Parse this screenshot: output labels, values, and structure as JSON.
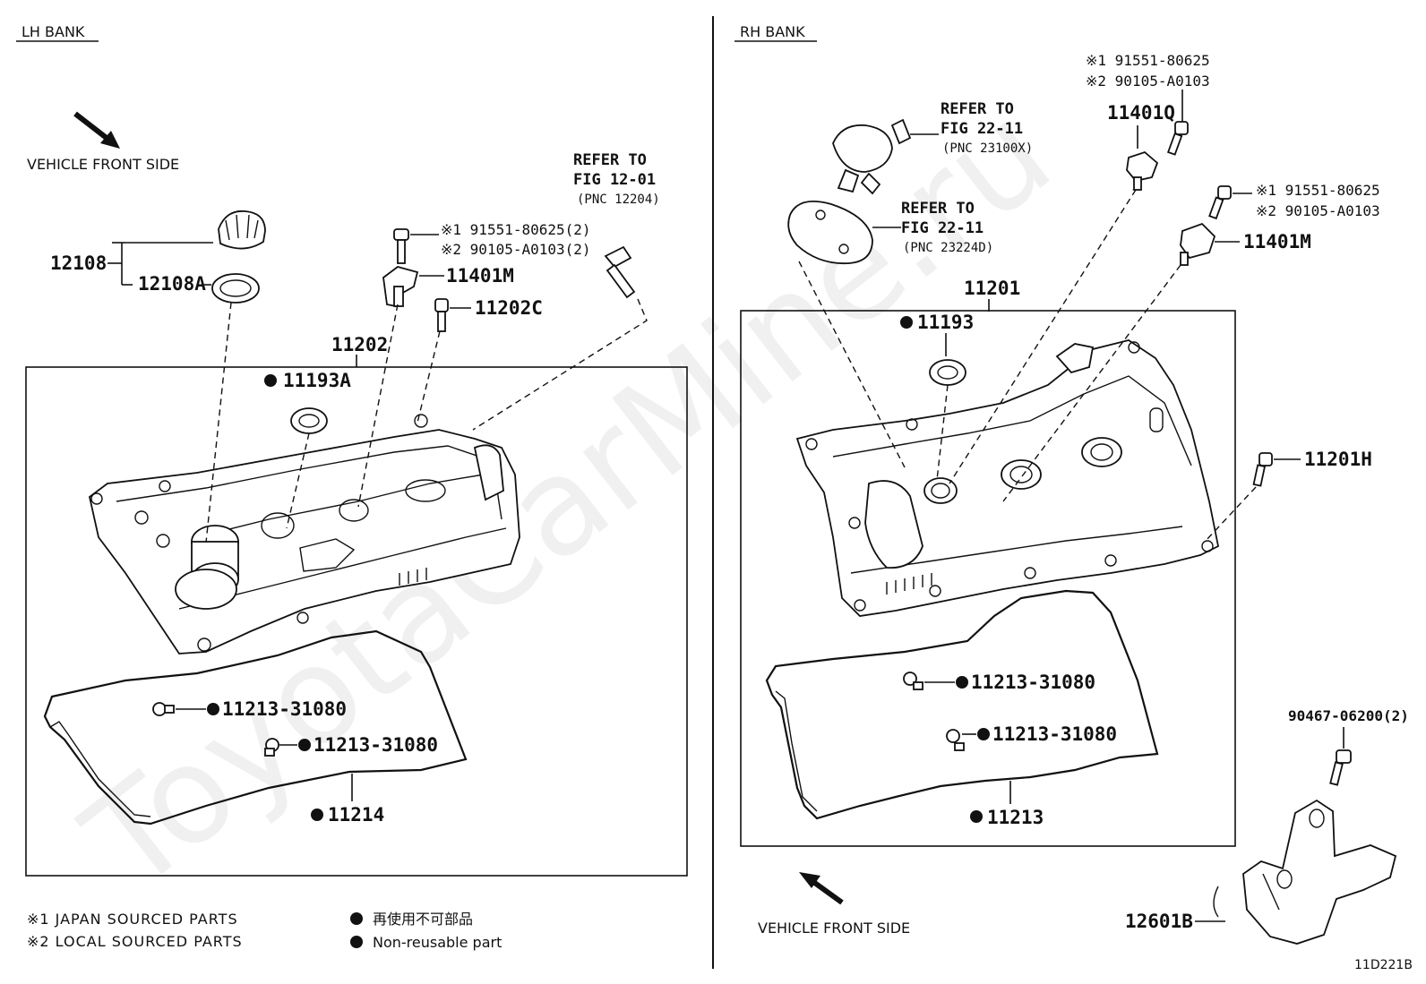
{
  "headers": {
    "lh": "LH BANK",
    "rh": "RH BANK"
  },
  "vehicle_front": {
    "lh": "VEHICLE FRONT SIDE",
    "rh": "VEHICLE FRONT SIDE"
  },
  "watermark": "ToyotaCarMine.ru",
  "figure_code": "11D221B",
  "legend": {
    "note1": "※1 JAPAN SOURCED PARTS",
    "note2": "※2 LOCAL SOURCED PARTS",
    "nonreusable_jp": "再使用不可部品",
    "nonreusable_en": "Non-reusable part"
  },
  "lh_labels": {
    "p12108": "12108",
    "p12108A": "12108A",
    "p11202": "11202",
    "p11193A": "11193A",
    "p11401M": "11401M",
    "p11202C": "11202C",
    "p11214": "11214",
    "p11213_a": "11213-31080",
    "p11213_b": "11213-31080",
    "bolt_1": "※1 91551-80625(2)",
    "bolt_2": "※2 90105-A0103(2)",
    "ref_1": "REFER TO",
    "ref_2": "FIG 12-01",
    "ref_3": "(PNC 12204)"
  },
  "rh_labels": {
    "p11201": "11201",
    "p11193": "11193",
    "p11401Q": "11401Q",
    "p11401M": "11401M",
    "p11201H": "11201H",
    "p11213": "11213",
    "p11213_a": "11213-31080",
    "p11213_b": "11213-31080",
    "p90467": "90467-06200(2)",
    "p12601B": "12601B",
    "q_bolt_1": "※1 91551-80625",
    "q_bolt_2": "※2 90105-A0103",
    "m_bolt_1": "※1 91551-80625",
    "m_bolt_2": "※2 90105-A0103",
    "ref_a1": "REFER TO",
    "ref_a2": "FIG 22-11",
    "ref_a3": "(PNC 23100X)",
    "ref_b1": "REFER TO",
    "ref_b2": "FIG 22-11",
    "ref_b3": "(PNC 23224D)"
  }
}
